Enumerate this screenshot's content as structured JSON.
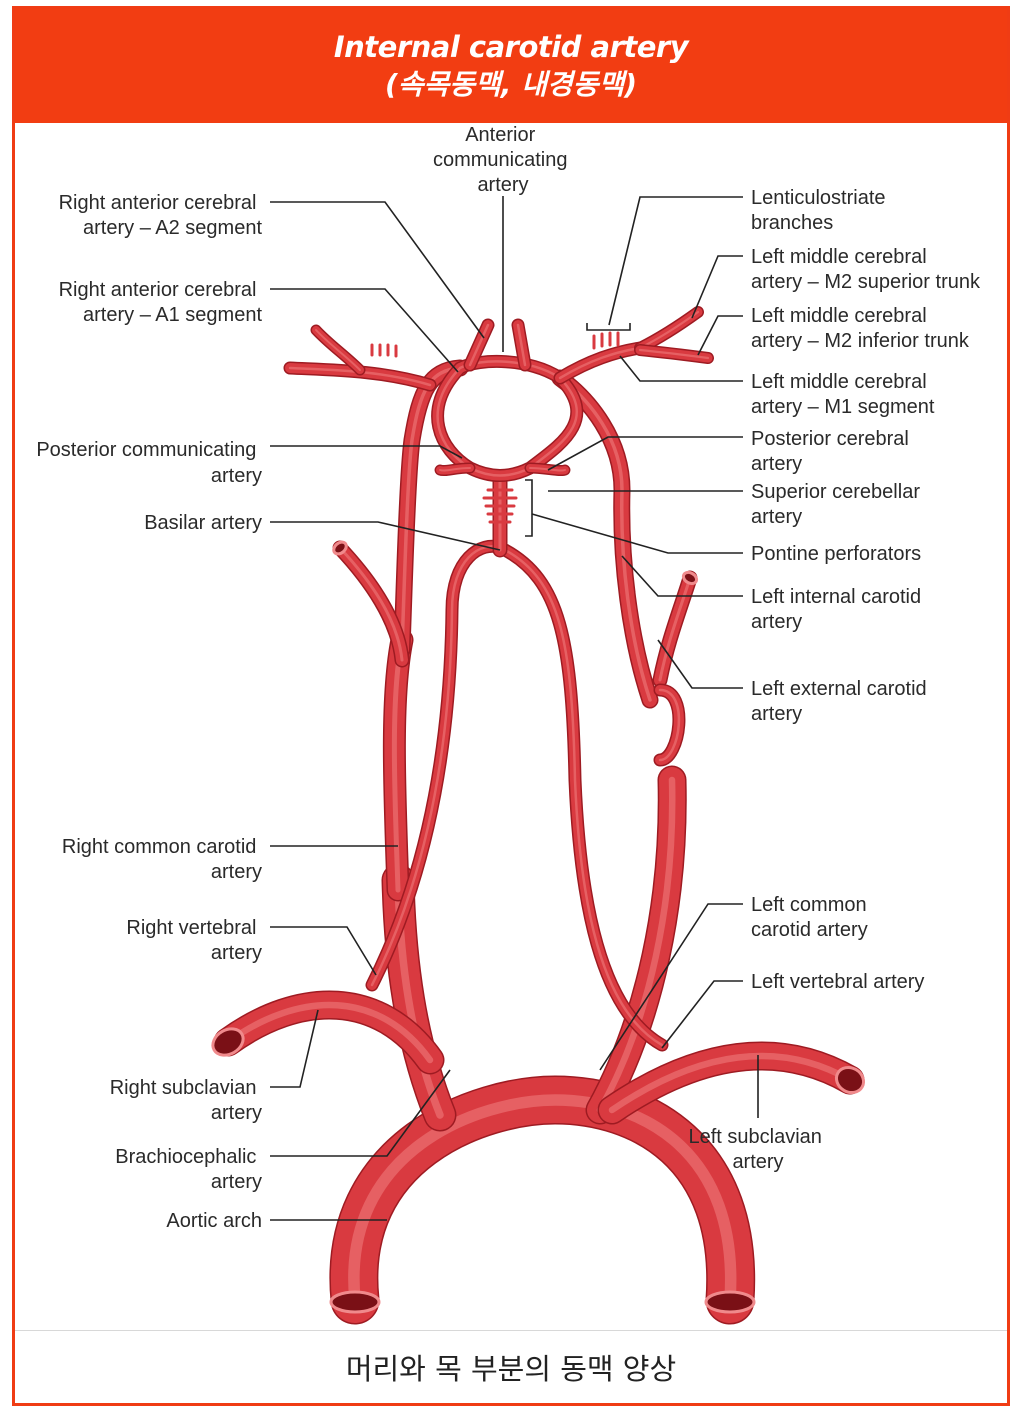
{
  "header": {
    "title": "Internal carotid artery",
    "subtitle": "(속목동맥, 내경동맥)"
  },
  "caption": "머리와 목 부분의 동맥 양상",
  "colors": {
    "header_bg": "#f23d12",
    "border": "#f03c14",
    "artery_fill": "#d93a40",
    "artery_outline": "#9e1b22"
  },
  "labels": {
    "anterior_communicating": [
      "Anterior",
      "communicating",
      "artery"
    ],
    "right_aca_a2": [
      "Right anterior cerebral",
      "artery – A2 segment"
    ],
    "right_aca_a1": [
      "Right anterior cerebral",
      "artery – A1 segment"
    ],
    "posterior_communicating": [
      "Posterior communicating",
      "artery"
    ],
    "basilar": [
      "Basilar artery"
    ],
    "right_common_carotid": [
      "Right common carotid",
      "artery"
    ],
    "right_vertebral": [
      "Right vertebral",
      "artery"
    ],
    "right_subclavian": [
      "Right subclavian",
      "artery"
    ],
    "brachiocephalic": [
      "Brachiocephalic",
      "artery"
    ],
    "aortic_arch": [
      "Aortic arch"
    ],
    "lenticulostriate": [
      "Lenticulostriate",
      "branches"
    ],
    "left_mca_m2_sup": [
      "Left middle cerebral",
      "artery – M2 superior trunk"
    ],
    "left_mca_m2_inf": [
      "Left middle cerebral",
      "artery – M2 inferior trunk"
    ],
    "left_mca_m1": [
      "Left middle cerebral",
      "artery – M1 segment"
    ],
    "posterior_cerebral": [
      "Posterior cerebral",
      "artery"
    ],
    "superior_cerebellar": [
      "Superior cerebellar",
      "artery"
    ],
    "pontine_perforators": [
      "Pontine perforators"
    ],
    "left_internal_carotid": [
      "Left internal carotid",
      "artery"
    ],
    "left_external_carotid": [
      "Left external carotid",
      "artery"
    ],
    "left_common_carotid": [
      "Left common",
      "carotid artery"
    ],
    "left_vertebral": [
      "Left vertebral artery"
    ],
    "left_subclavian": [
      "Left subclavian",
      "artery"
    ]
  }
}
